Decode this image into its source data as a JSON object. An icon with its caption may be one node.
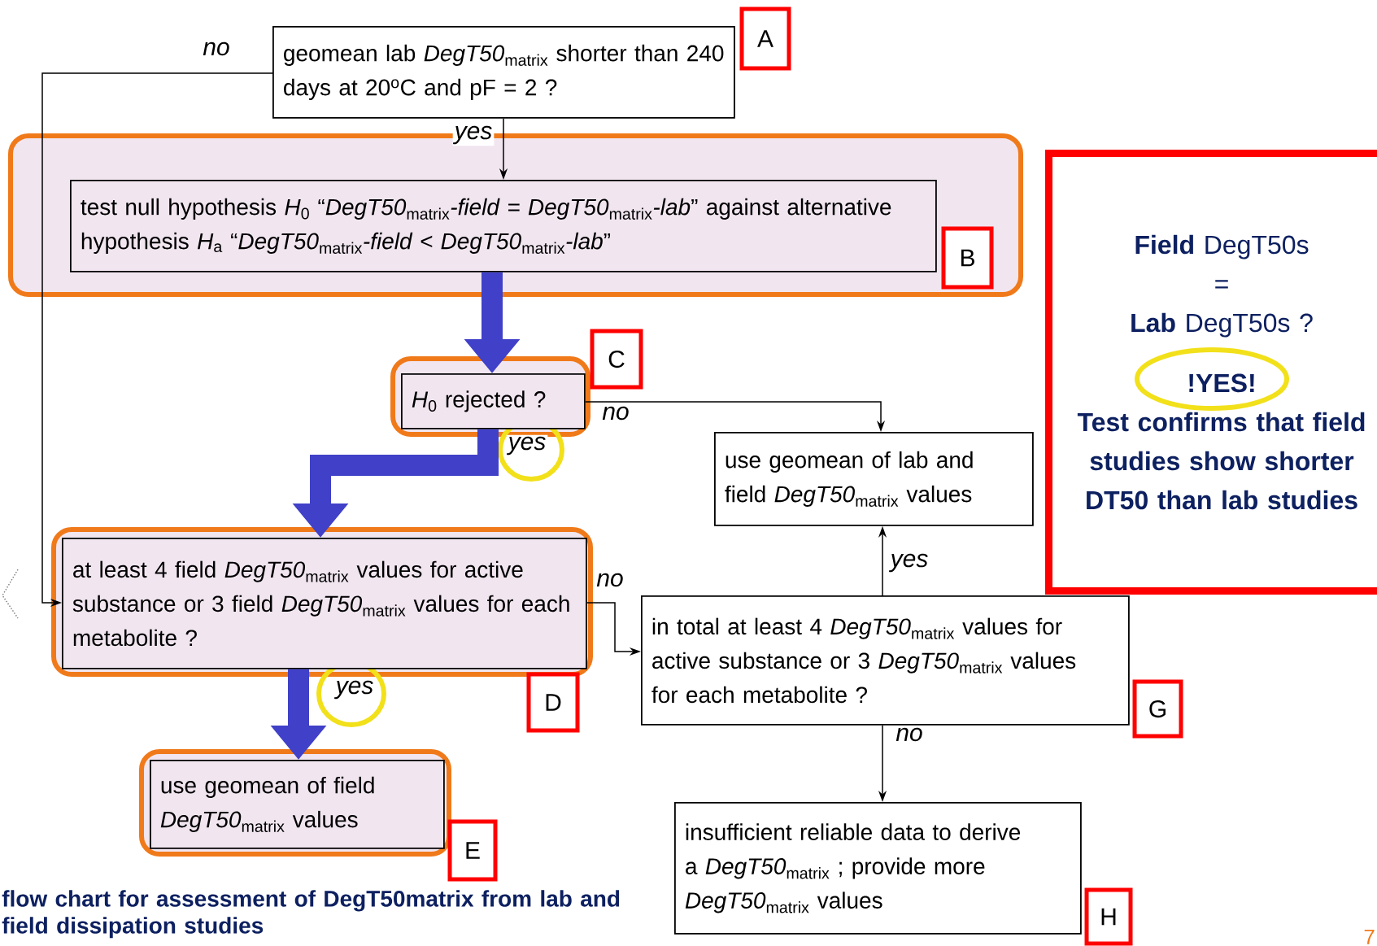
{
  "diagram": {
    "caption": "flow chart for assessment of DegT50matrix from lab and field dissipation studies",
    "nodes": [
      {
        "text": [
          "geomean lab *DegT50*$_{matrix}$ shorter than 240 days at 20$^{o}$C and pF = 2 ?"
        ],
        "beside": [
          "A"
        ]
      },
      {
        "text": [
          "test null hypothesis *H*$_{0}$ “*DegT50*$_{matrix}$*-field = DegT50*$_{matrix}$*-lab*”  against alternative hypothesis *H*$_{a}$ “*DegT50*$_{matrix}$*-field < DegT50*$_{matrix}$*-lab*”"
        ],
        "beside": [
          "B"
        ]
      },
      {
        "text": [
          "*H*$_{0}$ rejected ?"
        ],
        "beside": [
          "C"
        ]
      },
      {
        "text": [
          "at least 4 field *DegT50*$_{matrix}$ values for active substance or 3 field *DegT50*$_{matrix}$ values for each metabolite ?"
        ],
        "beside": [
          "D"
        ]
      },
      {
        "text": [
          "use geomean of lab and field *DegT50*$_{matrix}$ values"
        ]
      },
      {
        "text": [
          "use geomean of field *DegT50*$_{matrix}$ values"
        ],
        "beside": [
          "E"
        ]
      },
      {
        "text": [
          "in total at least 4 *DegT50*$_{matrix}$ values for active substance or 3 *DegT50*$_{matrix}$ values for each metabolite ?"
        ],
        "beside": [
          "G"
        ]
      },
      {
        "text": [
          "insufficient reliable data to derive a *DegT50*$_{matrix}$ ; provide more *DegT50*$_{matrix}$ values"
        ],
        "beside": [
          "H"
        ]
      },
      {
        "text": [
          "**Field** DegT50s",
          "=",
          "**Lab** DegT50s ?",
          "!YES!",
          "Test confirms that field studies show shorter DT50 than lab studies"
        ]
      }
    ],
    "edges": [
      {
        "from": 0,
        "to": 1,
        "arrow": "to",
        "label": "yes"
      },
      {
        "from": 0,
        "to": 3,
        "arrow": "to",
        "label": "no"
      },
      {
        "from": 1,
        "to": 2,
        "arrow": "to",
        "style": "thick",
        "color": "#4040c8"
      },
      {
        "from": 2,
        "to": 3,
        "arrow": "to",
        "label": "yes",
        "style": "thick",
        "color": "#4040c8"
      },
      {
        "from": 2,
        "to": 4,
        "arrow": "to",
        "label": "no"
      },
      {
        "from": 3,
        "to": 5,
        "arrow": "to",
        "label": "yes",
        "style": "thick",
        "color": "#4040c8"
      },
      {
        "from": 3,
        "to": 6,
        "arrow": "to",
        "label": "no"
      },
      {
        "from": 6,
        "to": 4,
        "arrow": "to",
        "label": "yes"
      },
      {
        "from": 6,
        "to": 7,
        "arrow": "to",
        "label": "no"
      }
    ],
    "labels": [
      "7"
    ]
  }
}
